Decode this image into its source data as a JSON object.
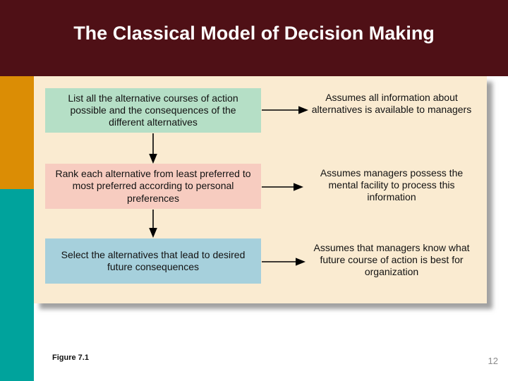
{
  "slide": {
    "title": "The Classical Model of Decision Making",
    "figure_label": "Figure 7.1",
    "page_number": "12"
  },
  "colors": {
    "header_bg": "#4F1016",
    "title_text": "#FFFFFF",
    "left_bar_orange": "#DB8D05",
    "left_bar_teal": "#00A39C",
    "panel_bg": "#FAEBD1",
    "step1_box": "#B5DFC6",
    "step2_box": "#F7CCC0",
    "step3_box": "#A6D0DC",
    "diagram_text": "#121212",
    "page_number_text": "#8A8A8A"
  },
  "diagram": {
    "steps": [
      {
        "text": "List all the alternative courses of action possible and the consequences of the different alternatives",
        "assumption": "Assumes all information about alternatives is available to managers"
      },
      {
        "text": "Rank each alternative from least preferred to most preferred according to personal preferences",
        "assumption": "Assumes managers possess the mental facility to process this information"
      },
      {
        "text": "Select the alternatives that lead to desired future consequences",
        "assumption": "Assumes that managers know what future course of action is best for organization"
      }
    ]
  }
}
